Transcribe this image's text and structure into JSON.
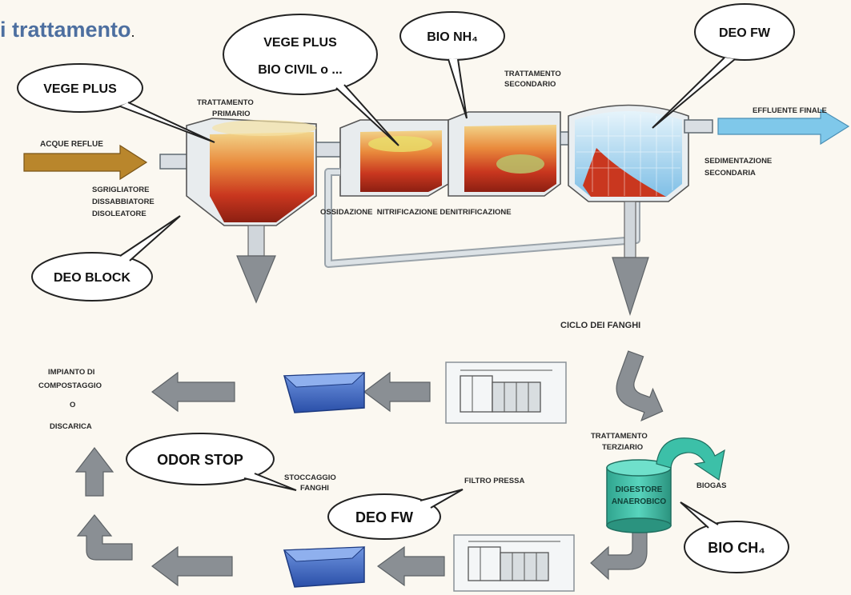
{
  "title": "i trattamento",
  "title_suffix": ".",
  "bubbles": {
    "vege_plus_1": "VEGE PLUS",
    "vege_plus_2_line1": "VEGE PLUS",
    "vege_plus_2_line2": "BIO CIVIL o ...",
    "bio_nh4": "BIO NH₄",
    "deo_fw_top": "DEO FW",
    "deo_block": "DEO BLOCK",
    "odor_stop": "ODOR STOP",
    "deo_fw_bottom": "DEO FW",
    "bio_ch4": "BIO CH₄"
  },
  "labels": {
    "acque_reflue": "ACQUE REFLUE",
    "trattamento_primario_1": "TRATTAMENTO",
    "trattamento_primario_2": "PRIMARIO",
    "trattamento_secondario_1": "TRATTAMENTO",
    "trattamento_secondario_2": "SECONDARIO",
    "effluente_finale": "EFFLUENTE FINALE",
    "sgrigliatore": "SGRIGLIATORE",
    "dissabbiatore": "DISSABBIATORE",
    "disoleatore": "DISOLEATORE",
    "process_line": "OSSIDAZIONE  NITRIFICAZIONE DENITRIFICAZIONE",
    "sedimentazione_1": "SEDIMENTAZIONE",
    "sedimentazione_2": "SECONDARIA",
    "ciclo_fanghi": "CICLO DEI FANGHI",
    "impianto_1": "IMPIANTO DI",
    "impianto_2": "COMPOSTAGGIO",
    "impianto_3": "O",
    "impianto_4": "DISCARICA",
    "trattamento_terziario_1": "TRATTAMENTO",
    "trattamento_terziario_2": "TERZIARIO",
    "digestore_1": "DIGESTORE",
    "digestore_2": "ANAEROBICO",
    "biogas": "BIOGAS",
    "stoccaggio_1": "STOCCAGGIO",
    "stoccaggio_2": "FANGHI",
    "filtro_pressa": "FILTRO PRESSA"
  },
  "colors": {
    "title": "#4d6fa0",
    "inflow_arrow": "#b9862c",
    "outflow_arrow": "#7fc8ea",
    "sludge": "#c9371f",
    "digester": "#3cc0a8",
    "water": "#9fd3ef",
    "container": "#3a66c4"
  }
}
